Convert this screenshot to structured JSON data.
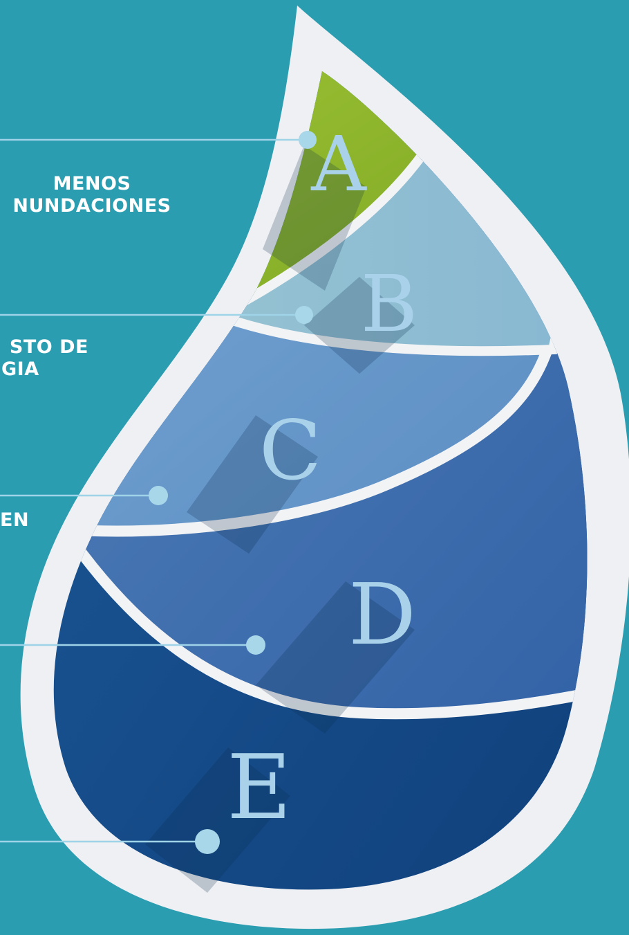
{
  "labels": {
    "a": {
      "line1": "MENOS",
      "line2": "NUNDACIONES"
    },
    "b": {
      "line1": "STO DE",
      "line2": "GIA"
    },
    "c": {
      "line1": "EN"
    }
  },
  "letters": [
    "A",
    "B",
    "C",
    "D",
    "E"
  ],
  "colors": {
    "background": "#2a9db0",
    "drop_rim": "#f2f3f5",
    "segment_a": "#95bd2a",
    "segment_b": "#8dbccd",
    "segment_c": "#6f9fcd",
    "segment_d": "#3f6fae",
    "segment_e": "#1b4f8e",
    "connector": "#9fd4e8"
  }
}
